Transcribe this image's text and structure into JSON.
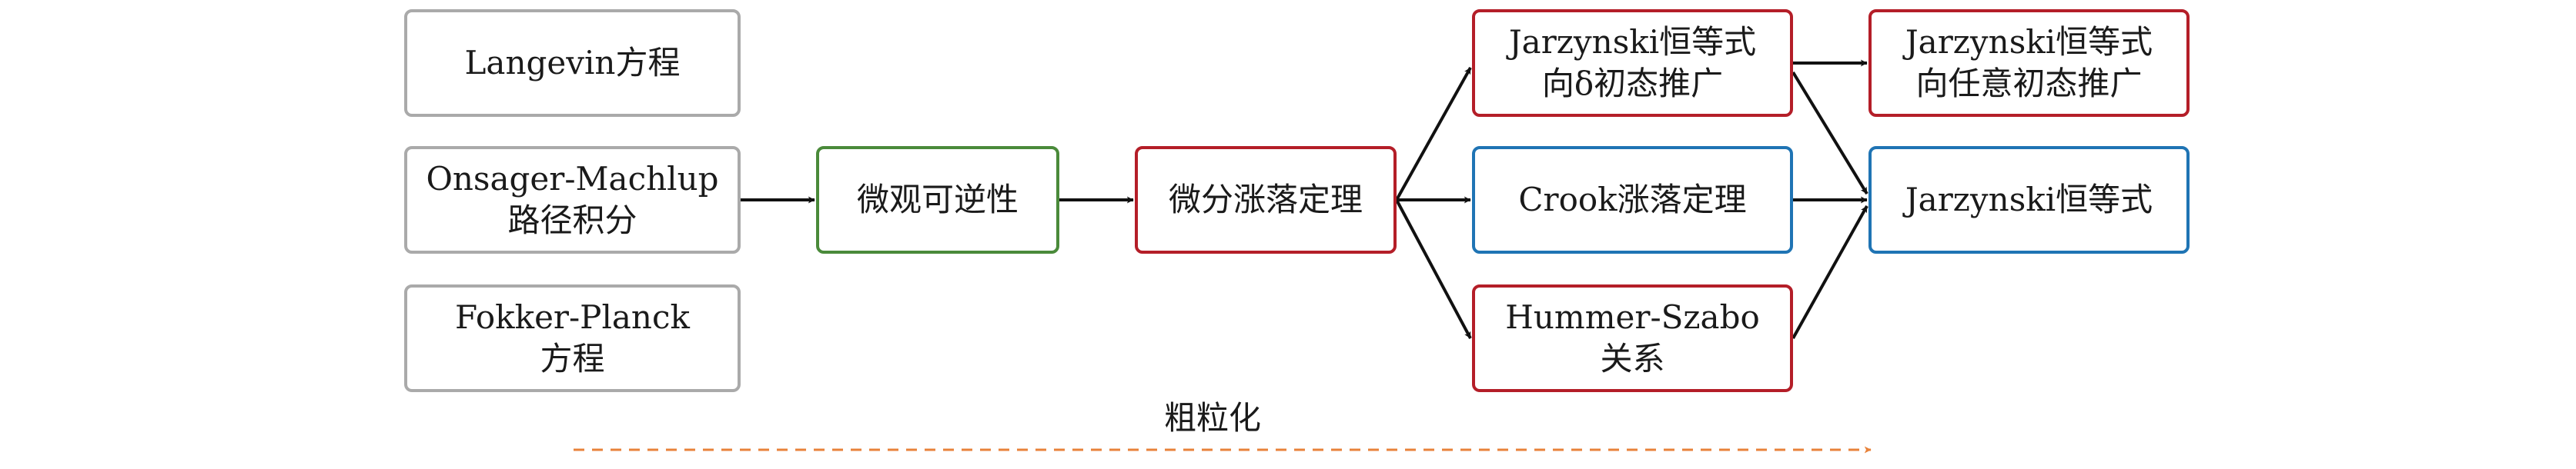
{
  "colors": {
    "gray": "#aaaaaa",
    "green": "#4a8a3a",
    "red": "#b41e28",
    "blue": "#1f74b4",
    "orange": "#e8823a",
    "arrow": "#111111"
  },
  "nodes": {
    "langevin": {
      "lines": [
        "Langevin方程"
      ],
      "color": "gray"
    },
    "onsager": {
      "lines": [
        "Onsager-Machlup",
        "路径积分"
      ],
      "color": "gray"
    },
    "fokker": {
      "lines": [
        "Fokker-Planck",
        "方程"
      ],
      "color": "gray"
    },
    "reversibility": {
      "lines": [
        "微观可逆性"
      ],
      "color": "green"
    },
    "fluct_theorem": {
      "lines": [
        "微分涨落定理"
      ],
      "color": "red"
    },
    "jar_delta": {
      "lines": [
        "Jarzynski恒等式",
        "向δ初态推广"
      ],
      "color": "red"
    },
    "crook": {
      "lines": [
        "Crook涨落定理"
      ],
      "color": "blue"
    },
    "hummer": {
      "lines": [
        "Hummer-Szabo",
        "关系"
      ],
      "color": "red"
    },
    "jar_any": {
      "lines": [
        "Jarzynski恒等式",
        "向任意初态推广"
      ],
      "color": "red"
    },
    "jarzynski": {
      "lines": [
        "Jarzynski恒等式"
      ],
      "color": "blue"
    }
  },
  "coarse_label": "粗粒化"
}
